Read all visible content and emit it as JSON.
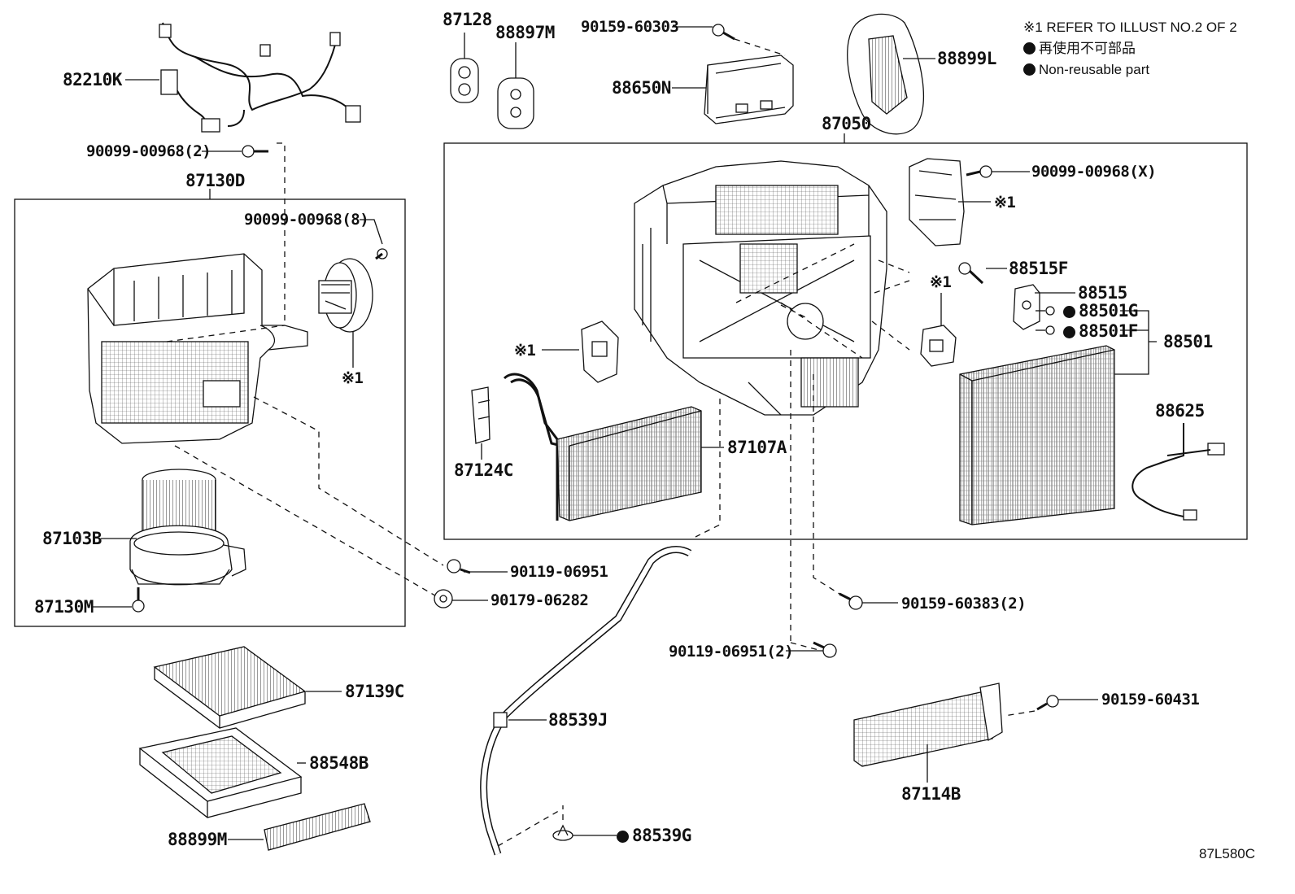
{
  "diagram_code": "87L580C",
  "notes": {
    "refer": "※1 REFER TO ILLUST NO.2 OF 2",
    "non_reusable_jp": "再使用不可部品",
    "non_reusable_en": "Non-reusable part"
  },
  "labels": {
    "p82210K": "82210K",
    "p90099_00968_2": "90099-00968(2)",
    "p87130D": "87130D",
    "p90099_00968_8": "90099-00968(8)",
    "ref1_blower_motor": "※1",
    "p87103B": "87103B",
    "p87130M": "87130M",
    "p87128": "87128",
    "p88897M": "88897M",
    "p90159_60303": "90159-60303",
    "p88650N": "88650N",
    "p88899L": "88899L",
    "p87050": "87050",
    "p90099_00968_X": "90099-00968(X)",
    "ref1_top_right": "※1",
    "ref1_mid_right": "※1",
    "p88515F": "88515F",
    "p88515": "88515",
    "p88501G": "88501G",
    "p88501F": "88501F",
    "p88501": "88501",
    "ref1_left": "※1",
    "p87124C": "87124C",
    "p87107A": "87107A",
    "p88625": "88625",
    "p90119_06951": "90119-06951",
    "p90179_06282": "90179-06282",
    "p90159_60383_2": "90159-60383(2)",
    "p90119_06951_2": "90119-06951(2)",
    "p87139C": "87139C",
    "p88539J": "88539J",
    "p88548B": "88548B",
    "p90159_60431": "90159-60431",
    "p87114B": "87114B",
    "p88899M": "88899M",
    "p88539G": "88539G"
  }
}
